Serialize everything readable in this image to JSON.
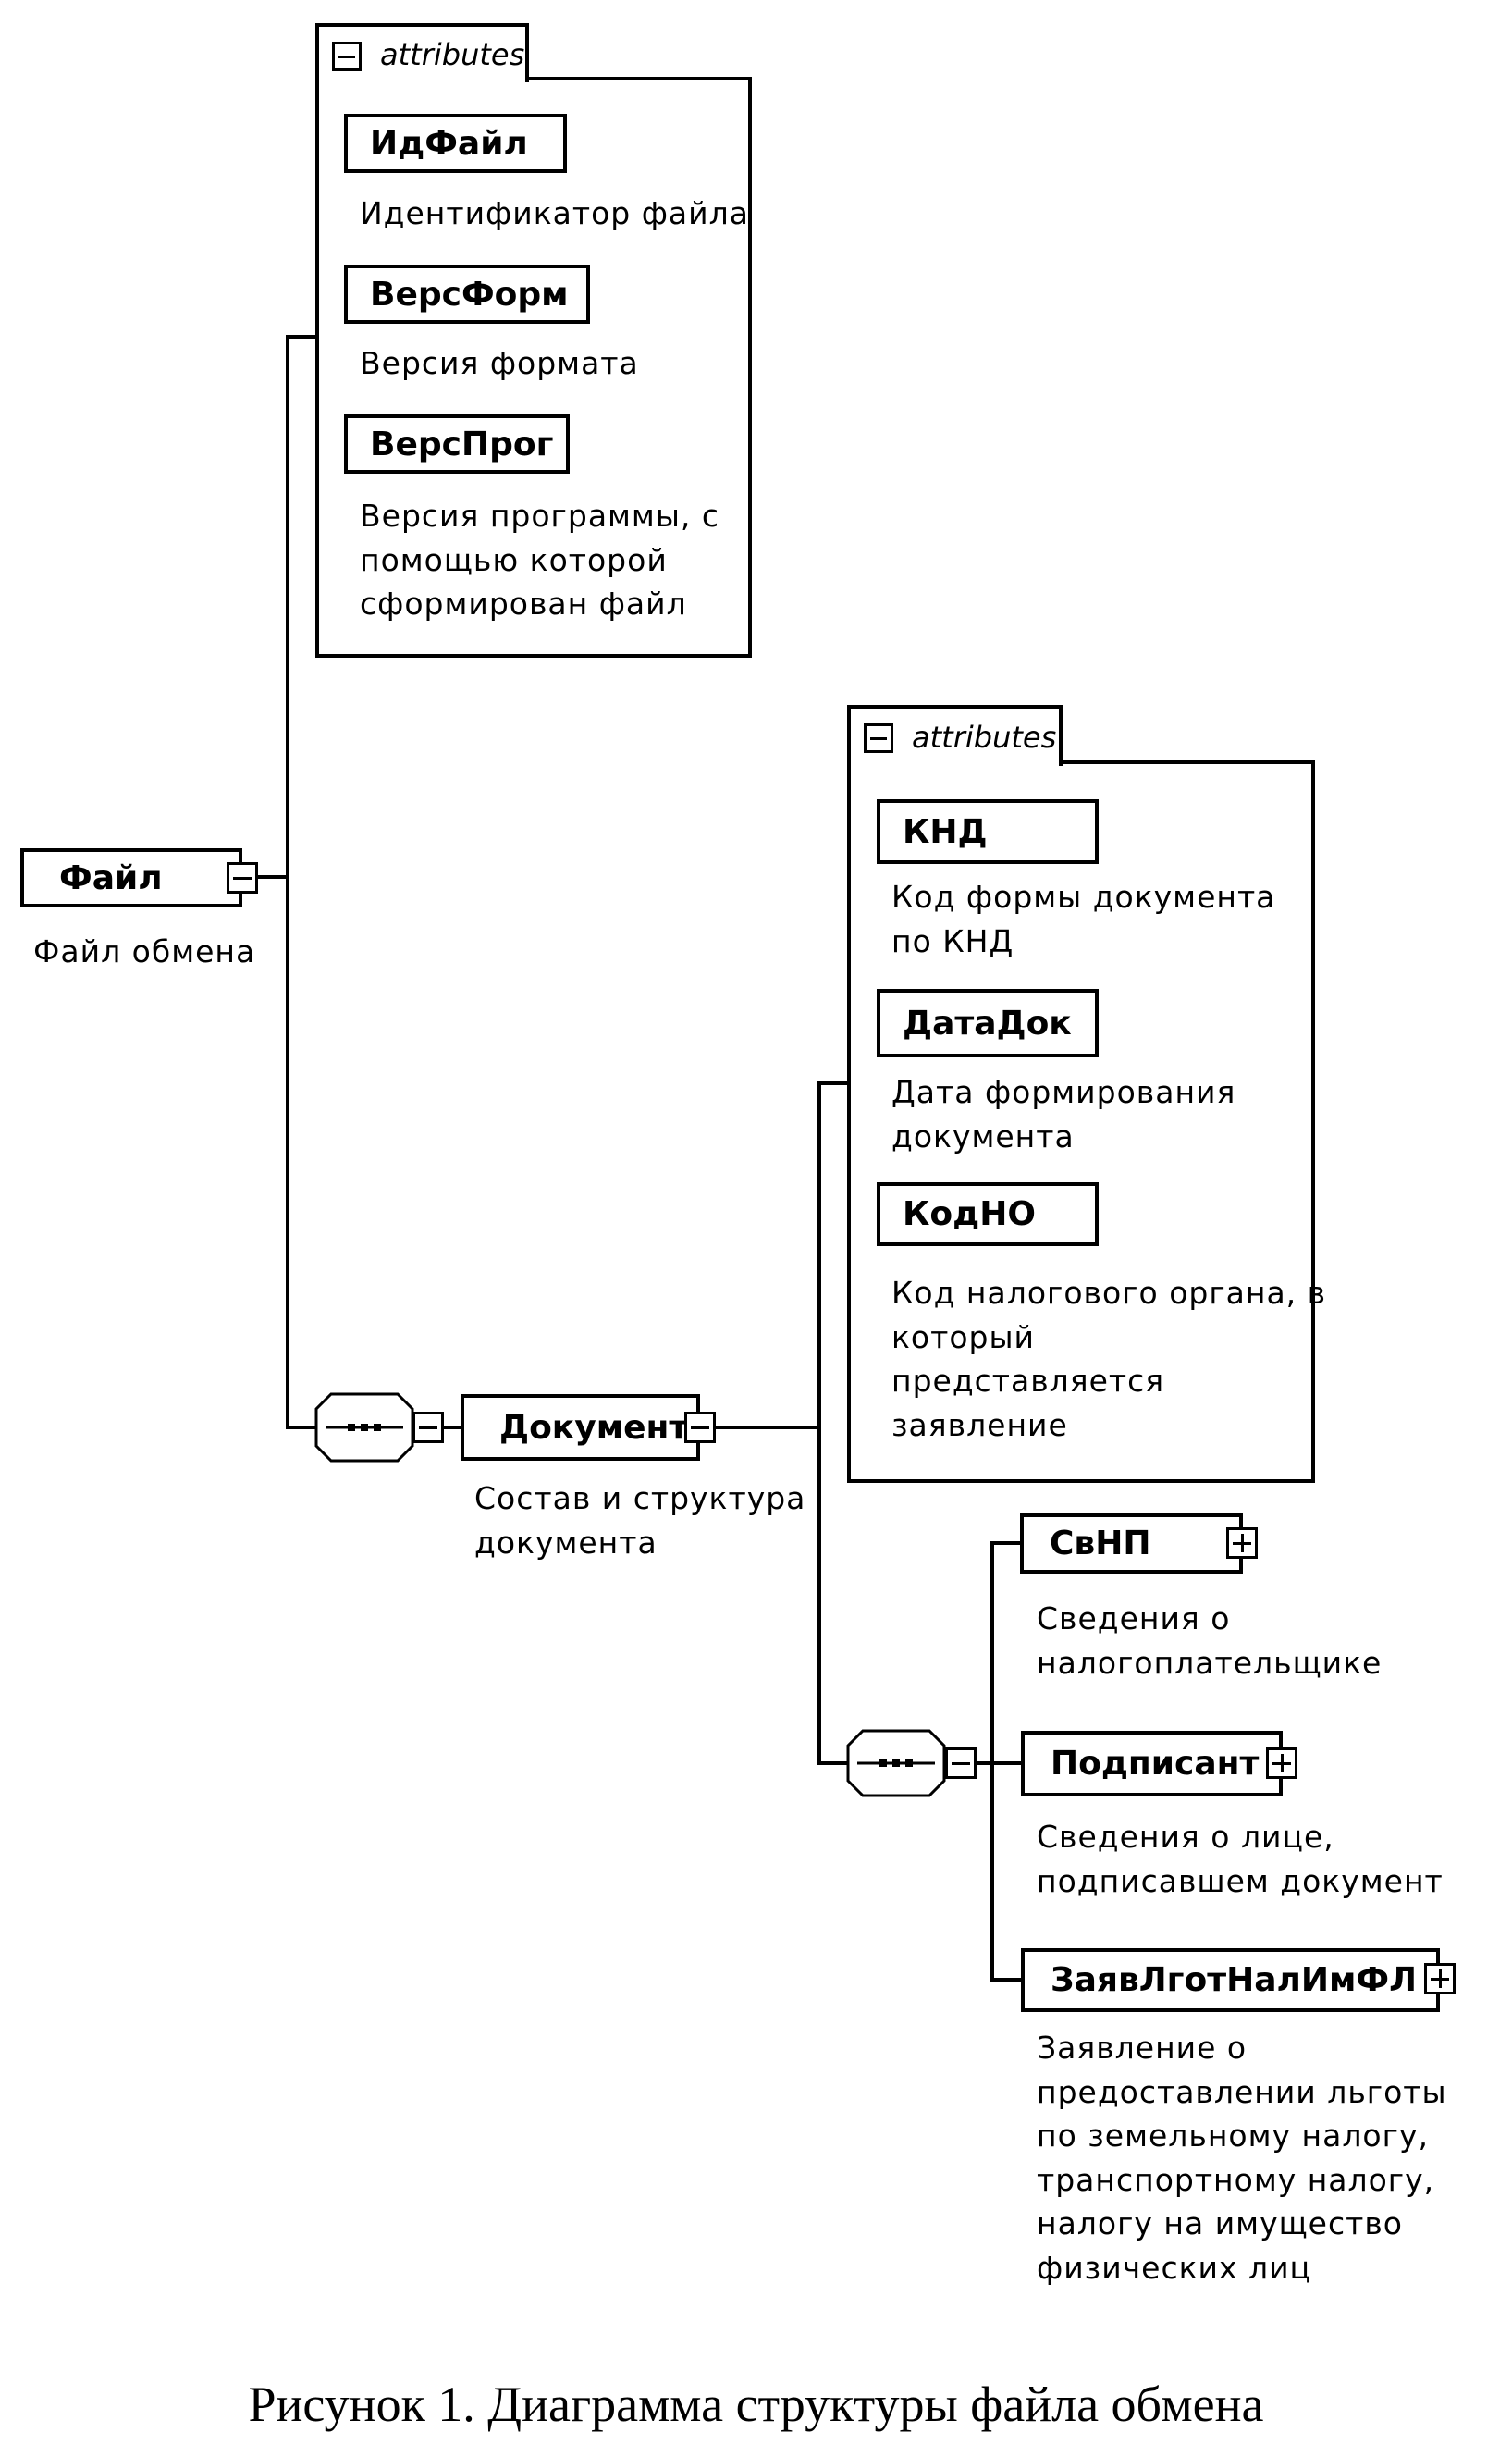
{
  "diagram": {
    "root": {
      "name": "Файл",
      "description": "Файл обмена",
      "expanded": true
    },
    "root_attributes": {
      "tab_label": "attributes",
      "expanded": true,
      "items": [
        {
          "name": "ИдФайл",
          "description": "Идентификатор файла"
        },
        {
          "name": "ВерсФорм",
          "description": "Версия формата"
        },
        {
          "name": "ВерсПрог",
          "description": "Версия программы, с\nпомощью которой\nсформирован файл"
        }
      ]
    },
    "root_sequence": {
      "compositor": "sequence",
      "expanded": true
    },
    "document": {
      "name": "Документ",
      "description": "Состав и структура\nдокумента",
      "expanded": true
    },
    "document_attributes": {
      "tab_label": "attributes",
      "expanded": true,
      "items": [
        {
          "name": "КНД",
          "description": "Код формы документа\nпо КНД"
        },
        {
          "name": "ДатаДок",
          "description": "Дата формирования\nдокумента"
        },
        {
          "name": "КодНО",
          "description": "Код налогового органа, в\nкоторый\nпредставляется\nзаявление"
        }
      ]
    },
    "document_sequence": {
      "compositor": "sequence",
      "expanded": true
    },
    "document_children": [
      {
        "name": "СвНП",
        "description": "Сведения о\nналогоплательщике",
        "expanded": false
      },
      {
        "name": "Подписант",
        "description": "Сведения о лице,\nподписавшем документ",
        "expanded": false
      },
      {
        "name": "ЗаявЛготНалИмФЛ",
        "description": "Заявление о\nпредоставлении льготы\nпо земельному налогу,\nтранспортному налогу,\nналогу на имущество\nфизических лиц",
        "expanded": false
      }
    ]
  },
  "caption": "Рисунок 1. Диаграмма структуры файла обмена"
}
